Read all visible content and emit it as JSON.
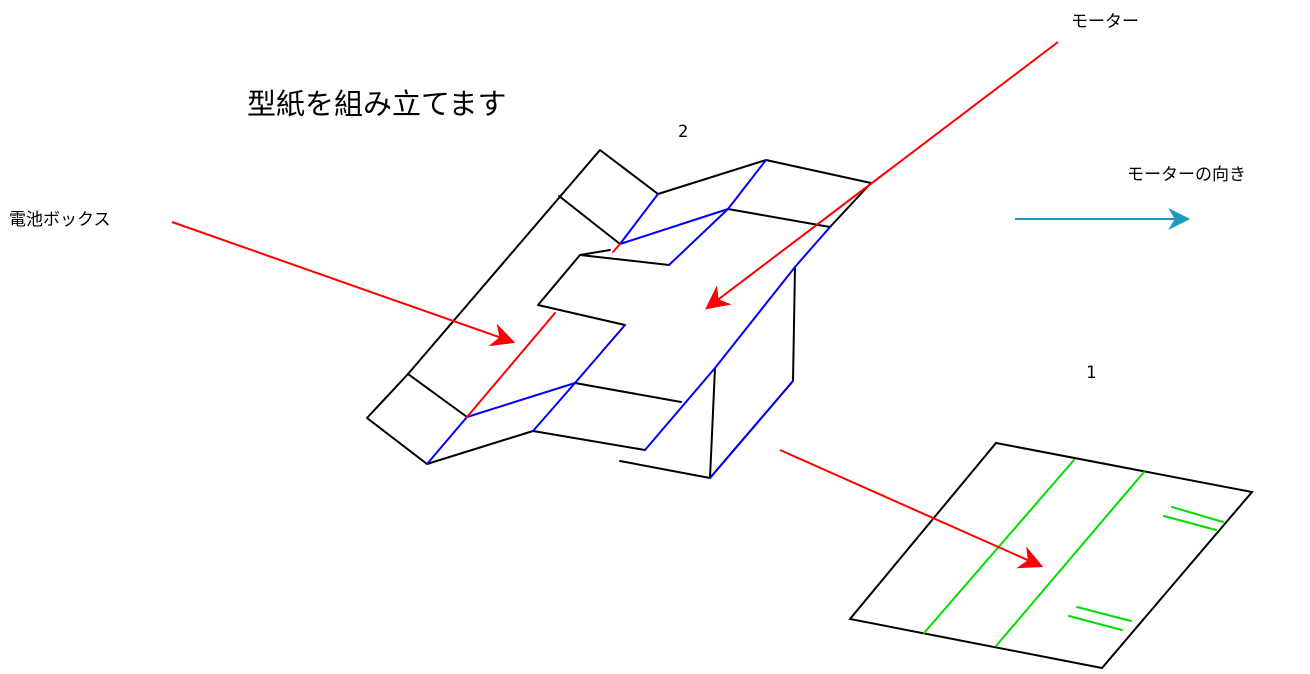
{
  "title": "型紙を組み立てます",
  "labels": {
    "motor": "モーター",
    "motor_direction": "モーターの向き",
    "battery_box": "電池ボックス",
    "step1": "1",
    "step2": "2"
  },
  "colors": {
    "outline": "#000000",
    "valley_fold": "#0000ff",
    "mountain_fold": "#ff0000",
    "pointer_arrow": "#ff0000",
    "direction_arrow": "#1a9bbf",
    "fold_line_flat": "#00dd00"
  }
}
